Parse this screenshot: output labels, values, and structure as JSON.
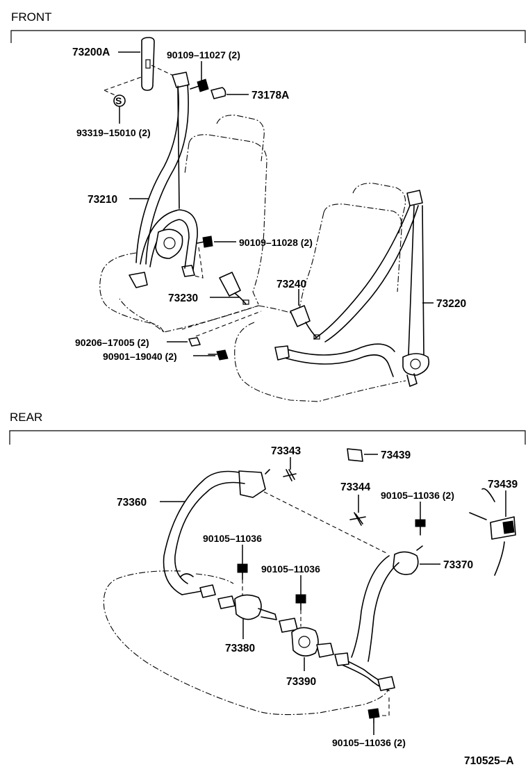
{
  "sections": {
    "front": "FRONT",
    "rear": "REAR"
  },
  "front_parts": {
    "p73200A": "73200A",
    "p90109_11027": "90109–11027 (2)",
    "p73178A": "73178A",
    "p93319_15010": "93319–15010 (2)",
    "p73210": "73210",
    "p90109_11028": "90109–11028 (2)",
    "p73240": "73240",
    "p73220": "73220",
    "p73230": "73230",
    "p90206_17005": "90206–17005 (2)",
    "p90901_19040": "90901–19040 (2)",
    "s_marker": "S"
  },
  "rear_parts": {
    "p73343": "73343",
    "p73439_top": "73439",
    "p73344": "73344",
    "p90105_11036_2_top": "90105–11036 (2)",
    "p73439_right": "73439",
    "p73360": "73360",
    "p90105_11036_a": "90105–11036",
    "p73370": "73370",
    "p90105_11036_b": "90105–11036",
    "p73380": "73380",
    "p73390": "73390",
    "p90105_11036_2_bottom": "90105–11036 (2)"
  },
  "illustration_id": "710525–A"
}
